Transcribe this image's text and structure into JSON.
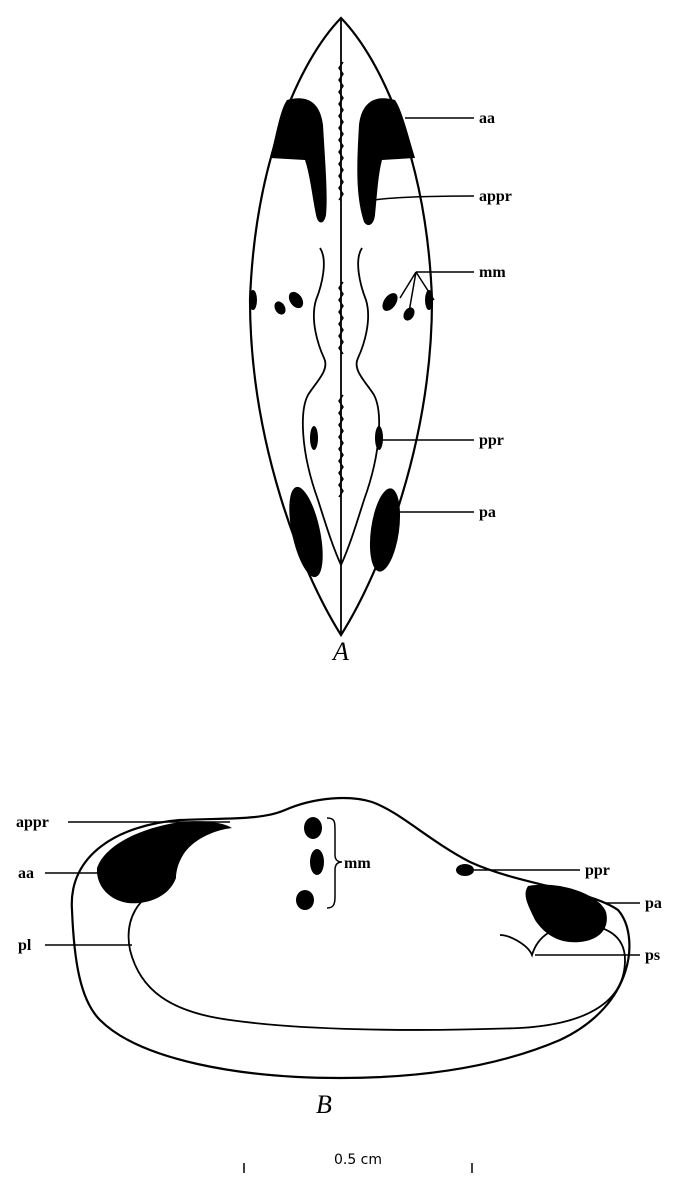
{
  "panel_a": {
    "caption": "A",
    "labels": {
      "aa": "aa",
      "appr": "appr",
      "mm": "mm",
      "ppr": "ppr",
      "pa": "pa"
    }
  },
  "panel_b": {
    "caption": "B",
    "labels": {
      "appr": "appr",
      "aa": "aa",
      "pl": "pl",
      "mm": "mm",
      "ppr": "ppr",
      "pa": "pa",
      "ps": "ps"
    }
  },
  "scale_bar": {
    "label": "0.5 cm"
  }
}
